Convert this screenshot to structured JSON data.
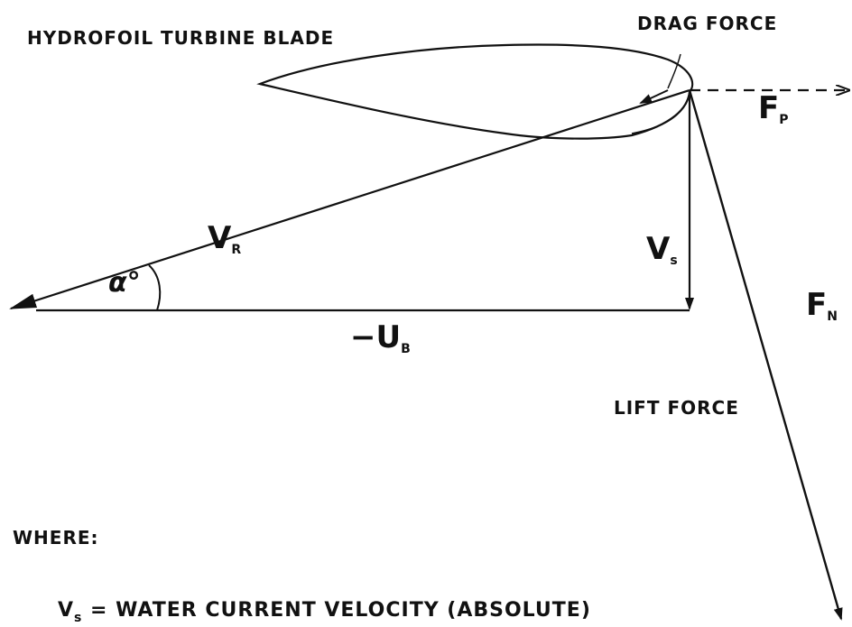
{
  "title": "HYDROFOIL TURBINE BLADE",
  "labels": {
    "drag_force": "DRAG FORCE",
    "lift_force": "LIFT FORCE",
    "where": "WHERE:"
  },
  "symbols": {
    "fp": {
      "main": "F",
      "sub": "P"
    },
    "fn": {
      "main": "F",
      "sub": "N"
    },
    "vr": {
      "main": "V",
      "sub": "R"
    },
    "vs": {
      "main": "V",
      "sub": "s"
    },
    "ub": {
      "main": "−U",
      "sub": "B"
    },
    "alpha": "α°"
  },
  "legend": {
    "line1": {
      "symbol": "V",
      "sub": "s",
      "text": "=  WATER CURRENT VELOCITY  (ABSOLUTE)"
    }
  },
  "colors": {
    "ink": "#111111",
    "background": "#ffffff"
  }
}
